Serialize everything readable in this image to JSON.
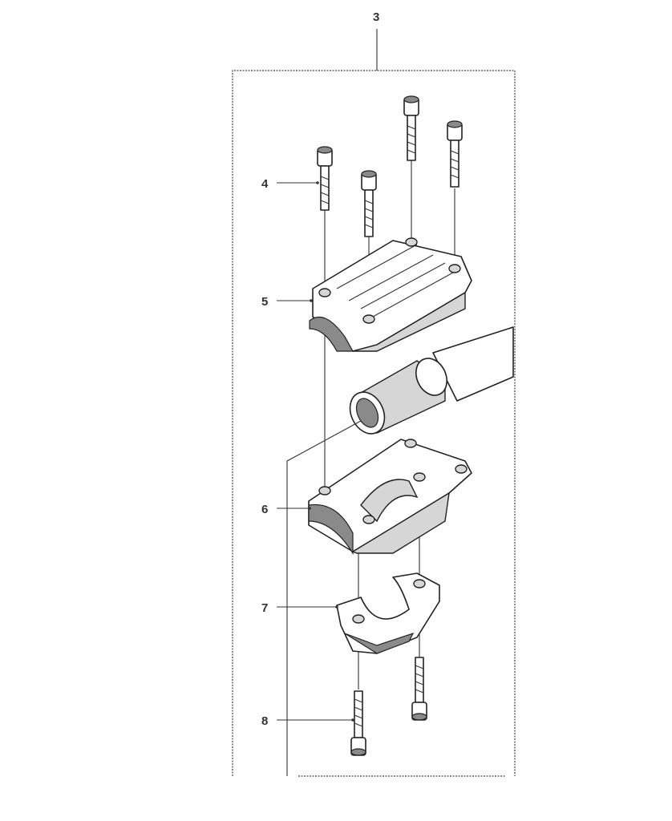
{
  "diagram": {
    "labels": [
      {
        "id": "3",
        "text": "3"
      },
      {
        "id": "4",
        "text": "4"
      },
      {
        "id": "5",
        "text": "5"
      },
      {
        "id": "6",
        "text": "6"
      },
      {
        "id": "7",
        "text": "7"
      },
      {
        "id": "8",
        "text": "8"
      }
    ]
  }
}
